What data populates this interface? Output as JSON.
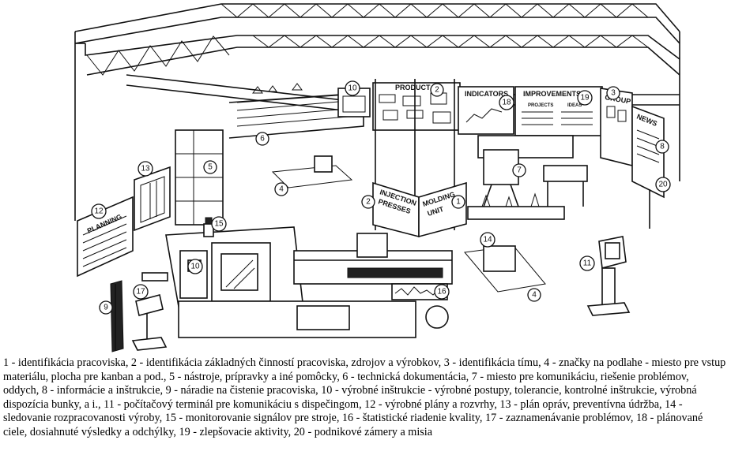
{
  "signs": {
    "product": "PRODUCT",
    "indicators": "INDICATORS",
    "improvements": "IMPROVEMENTS",
    "projects": "PROJECTS",
    "ideas": "IDEAS",
    "group": "GROUP",
    "news": "NEWS",
    "planning": "PLANNING",
    "injection_presses": [
      "INJECTION",
      "PRESSES"
    ],
    "molding_unit": [
      "MOLDING",
      "UNIT"
    ]
  },
  "markers": [
    {
      "id": "marker-1",
      "label": "1"
    },
    {
      "id": "marker-2a",
      "label": "2"
    },
    {
      "id": "marker-2b",
      "label": "2"
    },
    {
      "id": "marker-3",
      "label": "3"
    },
    {
      "id": "marker-4a",
      "label": "4"
    },
    {
      "id": "marker-4b",
      "label": "4"
    },
    {
      "id": "marker-5",
      "label": "5"
    },
    {
      "id": "marker-6",
      "label": "6"
    },
    {
      "id": "marker-7",
      "label": "7"
    },
    {
      "id": "marker-8",
      "label": "8"
    },
    {
      "id": "marker-9",
      "label": "9"
    },
    {
      "id": "marker-10a",
      "label": "10"
    },
    {
      "id": "marker-10b",
      "label": "10"
    },
    {
      "id": "marker-11",
      "label": "11"
    },
    {
      "id": "marker-12",
      "label": "12"
    },
    {
      "id": "marker-13",
      "label": "13"
    },
    {
      "id": "marker-14",
      "label": "14"
    },
    {
      "id": "marker-15",
      "label": "15"
    },
    {
      "id": "marker-16",
      "label": "16"
    },
    {
      "id": "marker-17",
      "label": "17"
    },
    {
      "id": "marker-18",
      "label": "18"
    },
    {
      "id": "marker-19",
      "label": "19"
    },
    {
      "id": "marker-20",
      "label": "20"
    }
  ],
  "caption": {
    "text": "1 - identifikácia pracoviska, 2 - identifikácia základných činností pracoviska, zdrojov a výrobkov, 3 - identifikácia tímu, 4 - značky na podlahe - miesto pre vstup materiálu, plocha pre kanban a pod., 5 - nástroje, prípravky a iné pomôcky, 6 - technická dokumentácia, 7 - miesto pre komunikáciu, riešenie problémov, oddych, 8 - informácie a inštrukcie, 9 - náradie na čistenie pracoviska, 10 - výrobné inštrukcie - výrobné postupy, tolerancie, kontrolné inštrukcie, výrobná dispozícia bunky, a i., 11 - počítačový terminál pre komunikáciu s dispečingom, 12 - výrobné plány a rozvrhy, 13 - plán opráv, preventívna údržba, 14 - sledovanie rozpracovanosti výroby, 15 - monitorovanie signálov pre stroje, 16 - štatistické riadenie kvality, 17 - zaznamenávanie problémov, 18 - plánované ciele, dosiahnuté výsledky a odchýlky, 19 - zlepšovacie aktivity, 20 - podnikové zámery a misia"
  }
}
